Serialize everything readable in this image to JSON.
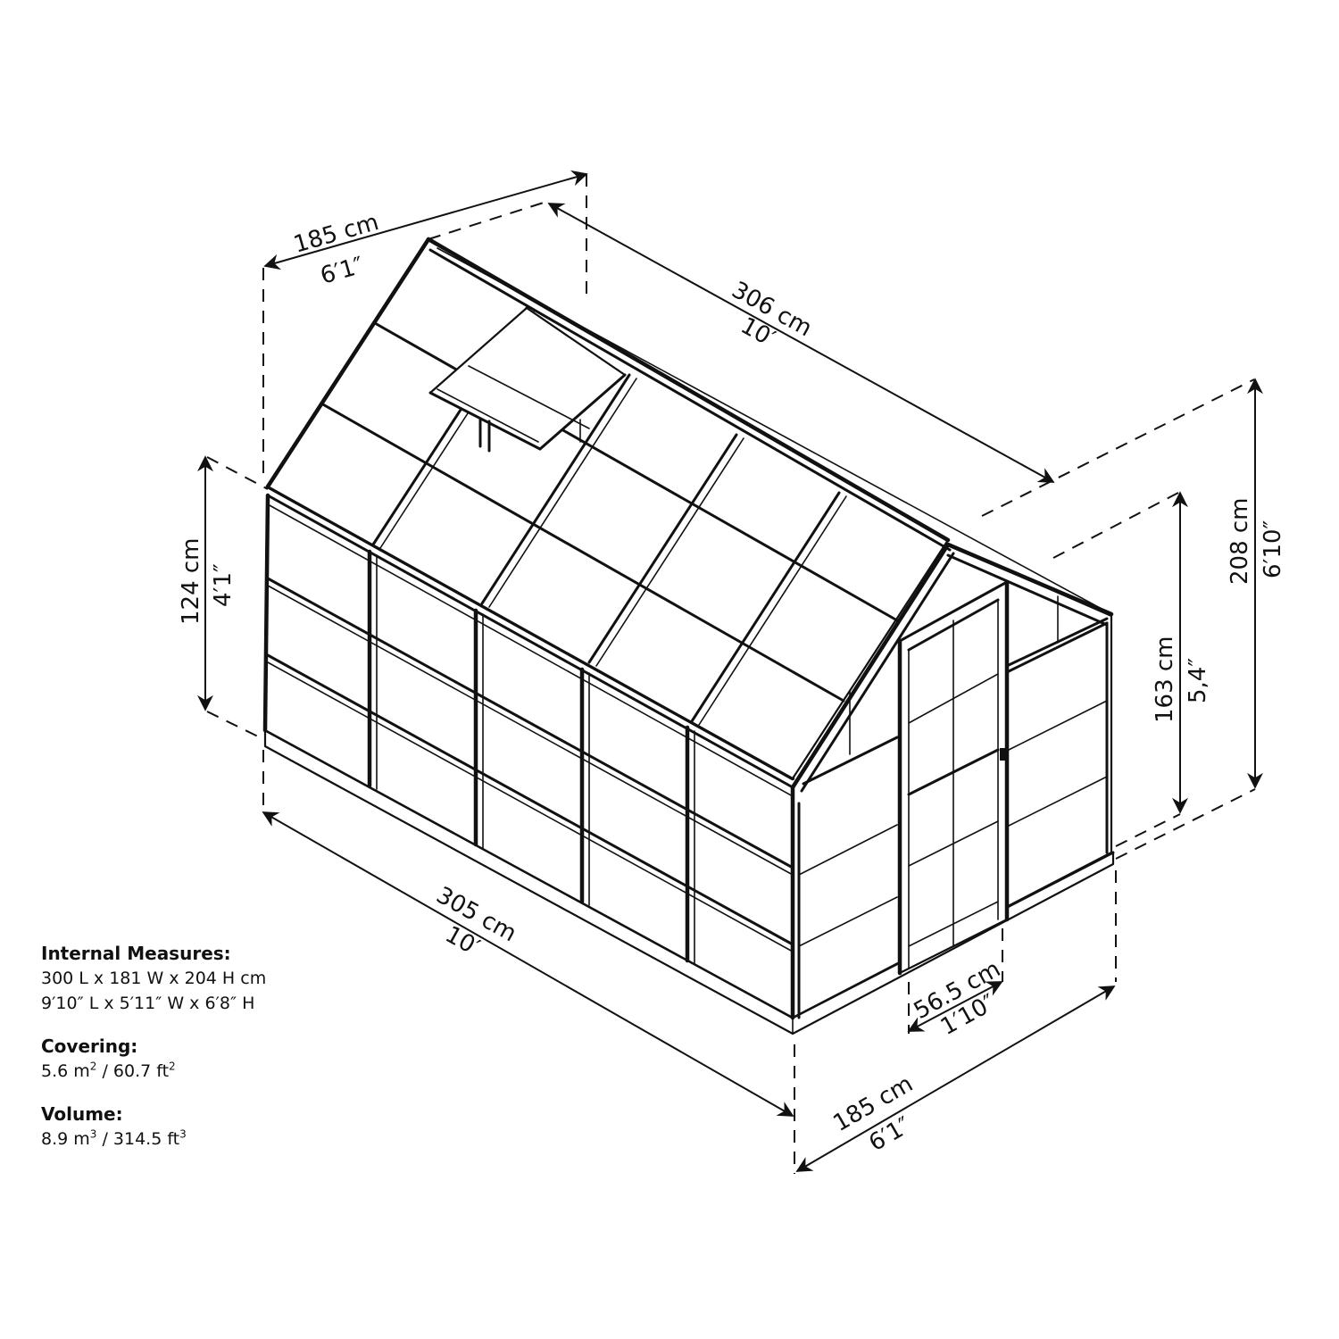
{
  "diagram": {
    "subject": "Greenhouse dimension drawing (isometric)",
    "dimensions": {
      "roof_width_top": {
        "metric": "185 cm",
        "imperial": "6′1″"
      },
      "roof_length": {
        "metric": "306 cm",
        "imperial": "10′"
      },
      "wall_height": {
        "metric": "124 cm",
        "imperial": "4′1″"
      },
      "door_height": {
        "metric": "163 cm",
        "imperial": "5,4″"
      },
      "peak_height": {
        "metric": "208 cm",
        "imperial": "6′10″"
      },
      "base_length": {
        "metric": "305 cm",
        "imperial": "10′"
      },
      "door_width": {
        "metric": "56.5 cm",
        "imperial": "1′10″"
      },
      "base_width": {
        "metric": "185 cm",
        "imperial": "6′1″"
      }
    },
    "colors": {
      "line": "#111111",
      "background": "#ffffff"
    }
  },
  "specs": {
    "internal": {
      "title": "Internal Measures:",
      "metric": "300 L x 181 W x 204 H cm",
      "imperial": "9′10″ L x 5′11″ W x 6′8″ H"
    },
    "covering": {
      "title": "Covering:",
      "metric_value": "5.6 m",
      "metric_exp": "2",
      "separator": " / ",
      "imperial_value": "60.7 ft",
      "imperial_exp": "2"
    },
    "volume": {
      "title": "Volume:",
      "metric_value": "8.9 m",
      "metric_exp": "3",
      "separator": " / ",
      "imperial_value": "314.5 ft",
      "imperial_exp": "3"
    }
  }
}
